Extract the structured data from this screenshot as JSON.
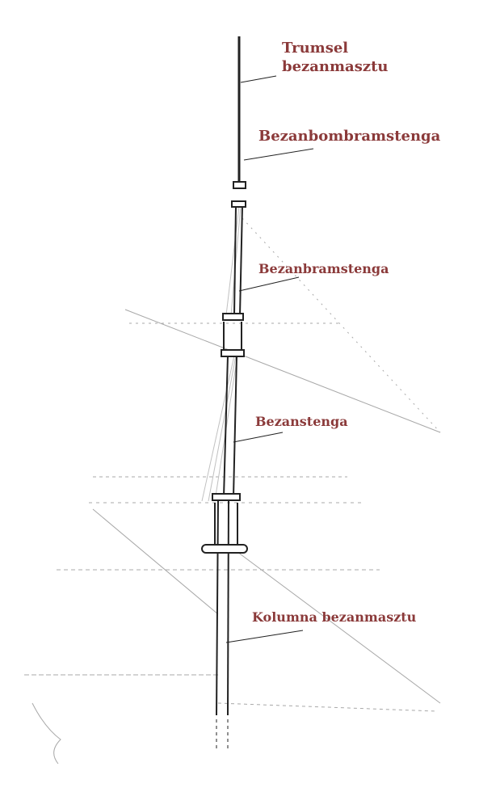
{
  "labels": {
    "trumsel_line1": "Trumsel",
    "trumsel_line2": "bezanmasztu",
    "bombramstenga": "Bezanbombramstenga",
    "bramstenga": "Bezanbramstenga",
    "stenga": "Bezanstenga",
    "kolumna": "Kolumna bezanmasztu"
  },
  "colors": {
    "label": "#8b3a3a",
    "ink": "#222222",
    "faint": "#9a9a9a"
  }
}
